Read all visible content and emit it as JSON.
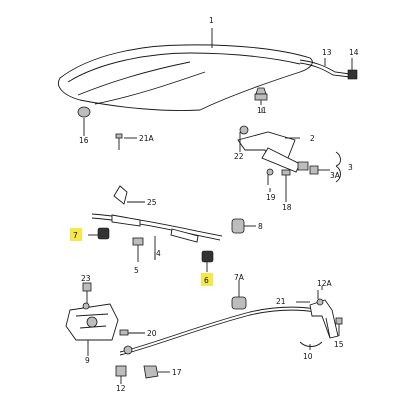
{
  "highlight_color": "#f6e84a",
  "labels": {
    "l1": "1",
    "l2": "2",
    "l3": "3",
    "l3a": "3A",
    "l4": "4",
    "l5": "5",
    "l6": "6",
    "l7": "7",
    "l7a": "7A",
    "l8": "8",
    "l9": "9",
    "l10": "10",
    "l11": "11",
    "l12": "12",
    "l12a": "12A",
    "l13": "13",
    "l14": "14",
    "l15": "15",
    "l16": "16",
    "l17": "17",
    "l18": "18",
    "l19": "19",
    "l20": "20",
    "l21": "21",
    "l21a": "21A",
    "l22": "22",
    "l23": "23",
    "l25": "25"
  }
}
